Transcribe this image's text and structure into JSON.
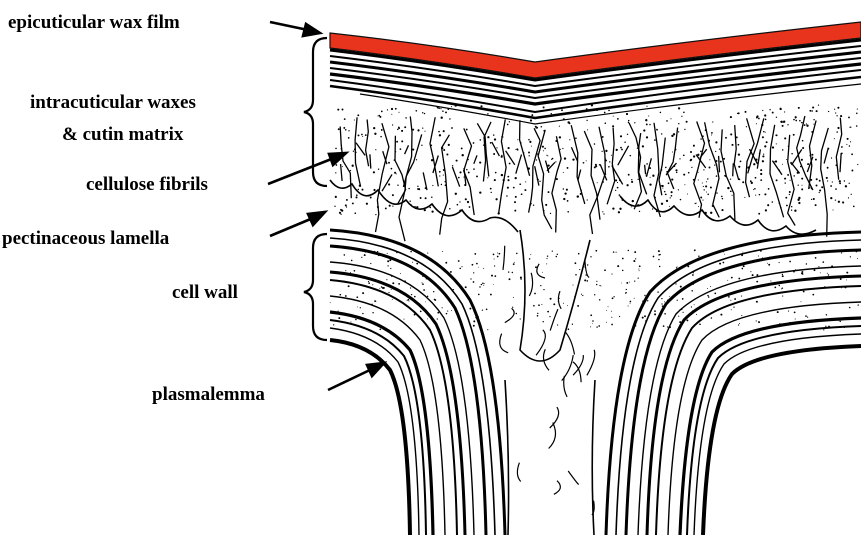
{
  "labels": {
    "epicuticular_wax": "epicuticular wax film",
    "intracuticular_line1": "intracuticular waxes",
    "intracuticular_line2": "& cutin matrix",
    "cellulose_fibrils": "cellulose fibrils",
    "pectinaceous_lamella": "pectinaceous lamella",
    "cell_wall": "cell wall",
    "plasmalemma": "plasmalemma"
  },
  "colors": {
    "wax_film": "#e8341c",
    "ink": "#000000",
    "background": "#ffffff"
  }
}
